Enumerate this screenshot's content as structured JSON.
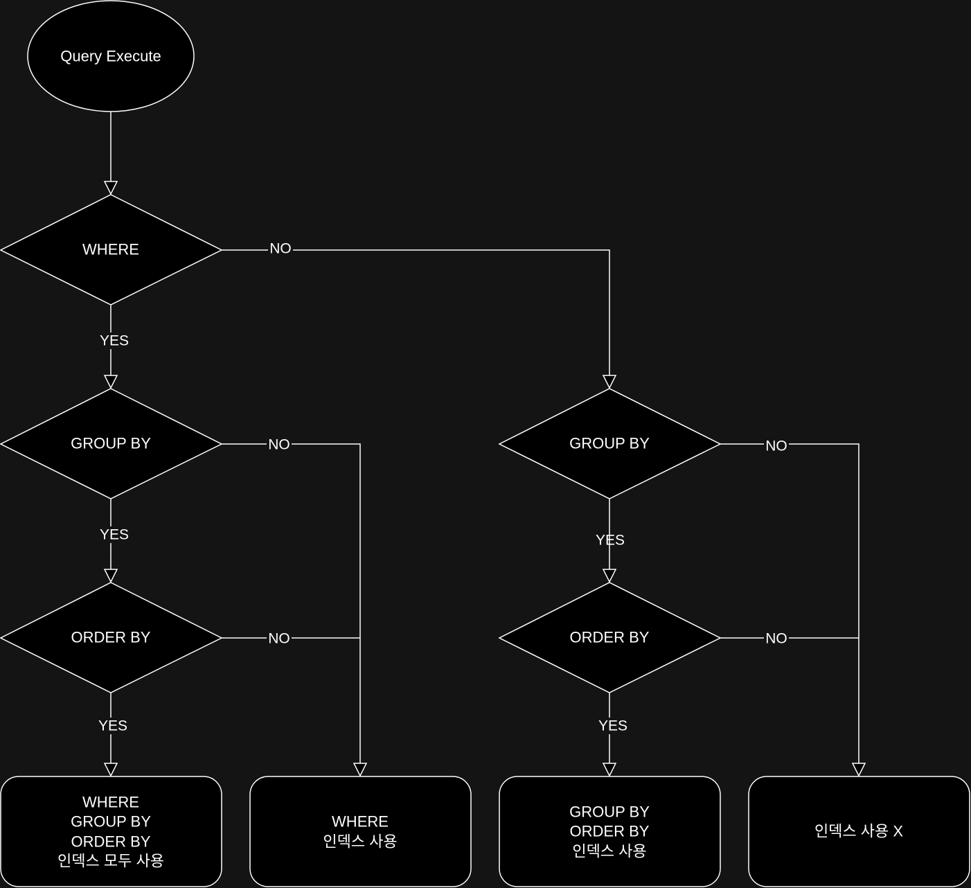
{
  "nodes": {
    "start": {
      "label": "Query Execute"
    },
    "where": {
      "label": "WHERE"
    },
    "group_by_left": {
      "label": "GROUP BY"
    },
    "order_by_left": {
      "label": "ORDER BY"
    },
    "group_by_right": {
      "label": "GROUP BY"
    },
    "order_by_right": {
      "label": "ORDER BY"
    },
    "result_all": {
      "lines": [
        "WHERE",
        "GROUP BY",
        "ORDER BY",
        "인덱스 모두 사용"
      ]
    },
    "result_where": {
      "lines": [
        "WHERE",
        "인덱스 사용"
      ]
    },
    "result_group_order": {
      "lines": [
        "GROUP BY",
        "ORDER BY",
        "인덱스 사용"
      ]
    },
    "result_none": {
      "lines": [
        "인덱스 사용 X"
      ]
    }
  },
  "edges": {
    "where_no": "NO",
    "where_yes": "YES",
    "group_left_yes": "YES",
    "group_left_no": "NO",
    "order_left_yes": "YES",
    "order_left_no": "NO",
    "group_right_yes": "YES",
    "group_right_no": "NO",
    "order_right_yes": "YES",
    "order_right_no": "NO"
  },
  "colors": {
    "background": "#141414",
    "shape_fill": "#000000",
    "stroke": "#ffffff",
    "text": "#ffffff"
  }
}
